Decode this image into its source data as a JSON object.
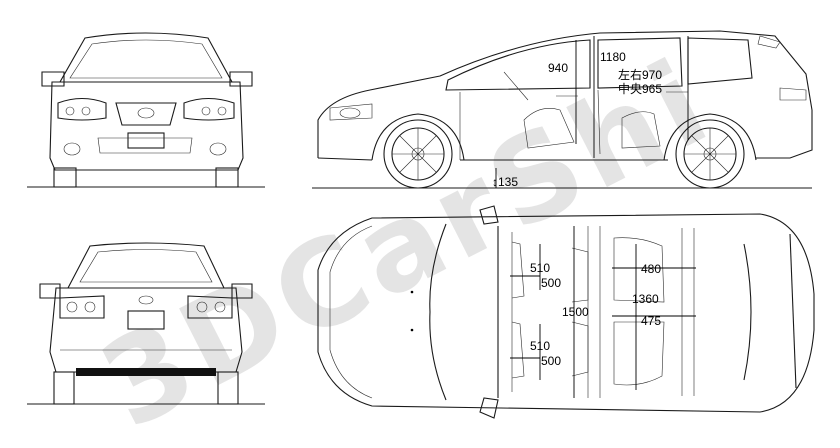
{
  "watermark": "3DCarShi",
  "dimensions": {
    "headroom_front": "940",
    "headroom_height": "1180",
    "rear_headroom_side": "左右970",
    "rear_headroom_center": "中央965",
    "ground_clearance": "↕135",
    "front_seat_width_left_upper": "510",
    "front_seat_depth_left_upper": "500",
    "front_seat_width_left_lower": "510",
    "front_seat_depth_left_lower": "500",
    "interior_width": "1500",
    "rear_seat_width": "480",
    "cargo_length": "1360",
    "rear_seat_depth": "475"
  }
}
